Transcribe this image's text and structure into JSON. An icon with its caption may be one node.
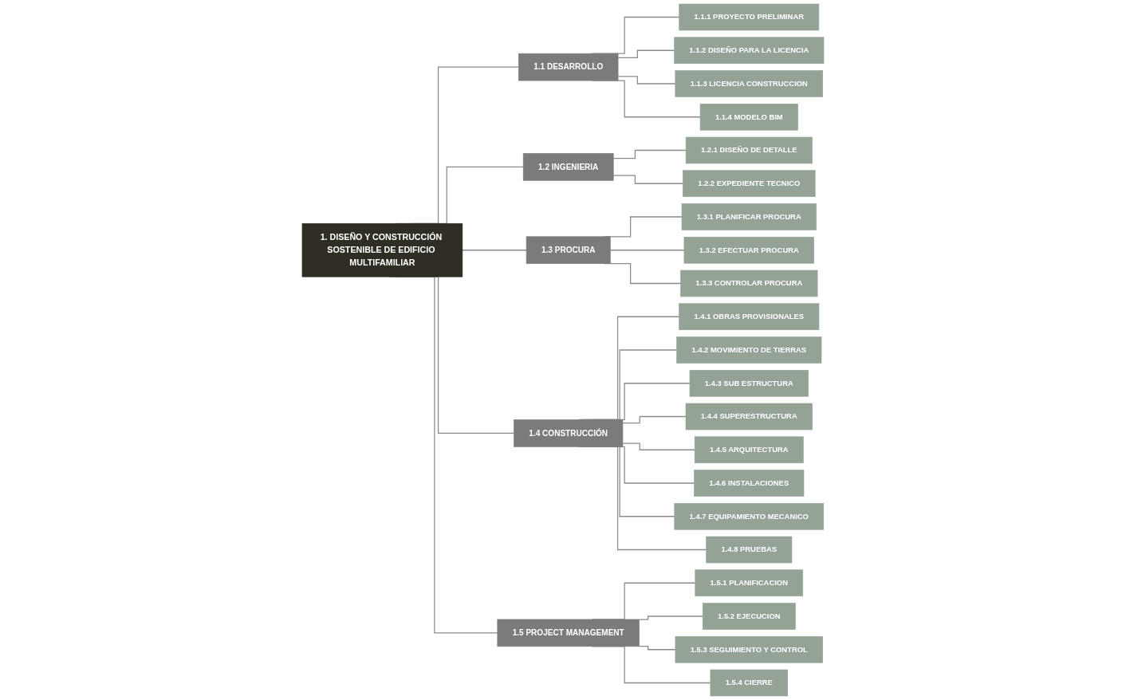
{
  "diagram": {
    "nodes": [
      {
        "text": [
          "1. DISEÑO Y CONSTRUCCIÓN SOSTENIBLE DE EDIFICIO MULTIFAMILIAR"
        ]
      },
      {
        "text": [
          "1.1 DESARROLLO"
        ]
      },
      {
        "text": [
          "1.2 INGENIERIA"
        ]
      },
      {
        "text": [
          "1.3 PROCURA"
        ]
      },
      {
        "text": [
          "1.4 CONSTRUCCIÓN"
        ]
      },
      {
        "text": [
          "1.5 PROJECT MANAGEMENT"
        ]
      },
      {
        "text": [
          "1.1.1 PROYECTO PRELIMINAR"
        ]
      },
      {
        "text": [
          "1.1.2 DISEÑO PARA LA LICENCIA"
        ]
      },
      {
        "text": [
          "1.1.3 LICENCIA CONSTRUCCION"
        ]
      },
      {
        "text": [
          "1.1.4 MODELO BIM"
        ]
      },
      {
        "text": [
          "1.2.1 DISEÑO DE DETALLE"
        ]
      },
      {
        "text": [
          "1.2.2 EXPEDIENTE TECNICO"
        ]
      },
      {
        "text": [
          "1.3.1 PLANIFICAR PROCURA"
        ]
      },
      {
        "text": [
          "1.3.2 EFECTUAR PROCURA"
        ]
      },
      {
        "text": [
          "1.3.3 CONTROLAR PROCURA"
        ]
      },
      {
        "text": [
          "1.4.1 OBRAS PROVISIONALES"
        ]
      },
      {
        "text": [
          "1.4.2 MOVIMIENTO DE TIERRAS"
        ]
      },
      {
        "text": [
          "1.4.3 SUB ESTRUCTURA"
        ]
      },
      {
        "text": [
          "1.4.4 SUPERESTRUCTURA"
        ]
      },
      {
        "text": [
          "1.4.5 ARQUITECTURA"
        ]
      },
      {
        "text": [
          "1.4.6 INSTALACIONES"
        ]
      },
      {
        "text": [
          "1.4.7 EQUIPAMIENTO MECANICO"
        ]
      },
      {
        "text": [
          "1.4.8 PRUEBAS"
        ]
      },
      {
        "text": [
          "1.5.1 PLANIFICACION"
        ]
      },
      {
        "text": [
          "1.5.2 EJECUCION"
        ]
      },
      {
        "text": [
          "1.5.3 SEGUIMIENTO Y CONTROL"
        ]
      },
      {
        "text": [
          "1.5.4 CIERRE"
        ]
      }
    ],
    "edges": [
      {
        "from": 0,
        "to": 1,
        "arrow": "none"
      },
      {
        "from": 0,
        "to": 2,
        "arrow": "none"
      },
      {
        "from": 0,
        "to": 3,
        "arrow": "none"
      },
      {
        "from": 0,
        "to": 4,
        "arrow": "none"
      },
      {
        "from": 0,
        "to": 5,
        "arrow": "none"
      },
      {
        "from": 1,
        "to": 6,
        "arrow": "none"
      },
      {
        "from": 1,
        "to": 7,
        "arrow": "none"
      },
      {
        "from": 1,
        "to": 8,
        "arrow": "none"
      },
      {
        "from": 1,
        "to": 9,
        "arrow": "none"
      },
      {
        "from": 2,
        "to": 10,
        "arrow": "none"
      },
      {
        "from": 2,
        "to": 11,
        "arrow": "none"
      },
      {
        "from": 3,
        "to": 12,
        "arrow": "none"
      },
      {
        "from": 3,
        "to": 13,
        "arrow": "none"
      },
      {
        "from": 3,
        "to": 14,
        "arrow": "none"
      },
      {
        "from": 4,
        "to": 15,
        "arrow": "none"
      },
      {
        "from": 4,
        "to": 16,
        "arrow": "none"
      },
      {
        "from": 4,
        "to": 17,
        "arrow": "none"
      },
      {
        "from": 4,
        "to": 18,
        "arrow": "none"
      },
      {
        "from": 4,
        "to": 19,
        "arrow": "none"
      },
      {
        "from": 4,
        "to": 20,
        "arrow": "none"
      },
      {
        "from": 4,
        "to": 21,
        "arrow": "none"
      },
      {
        "from": 4,
        "to": 22,
        "arrow": "none"
      },
      {
        "from": 5,
        "to": 23,
        "arrow": "none"
      },
      {
        "from": 5,
        "to": 24,
        "arrow": "none"
      },
      {
        "from": 5,
        "to": 25,
        "arrow": "none"
      },
      {
        "from": 5,
        "to": 26,
        "arrow": "none"
      }
    ]
  }
}
